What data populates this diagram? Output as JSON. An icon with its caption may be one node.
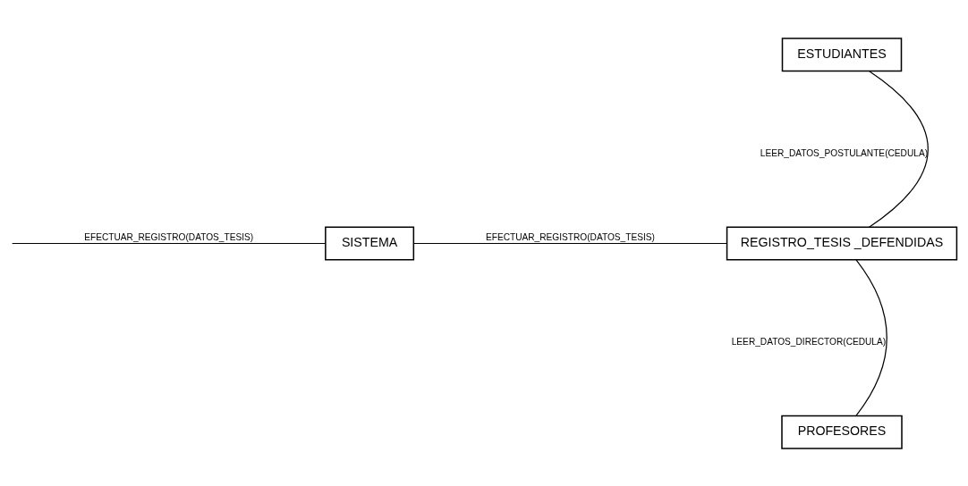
{
  "diagram": {
    "nodes": [
      {
        "text": [
          "PROFESORES"
        ]
      },
      {
        "text": [
          "SISTEMA"
        ]
      },
      {
        "text": [
          "REGISTRO_TESIS _DEFENDIDAS"
        ]
      },
      {
        "text": [
          "ESTUDIANTES"
        ]
      }
    ],
    "edges": [
      {
        "from": null,
        "to": 1,
        "arrow": "none",
        "label": "EFECTUAR_REGISTRO(DATOS_TESIS)"
      },
      {
        "from": 1,
        "to": 2,
        "arrow": "none",
        "label": "EFECTUAR_REGISTRO(DATOS_TESIS)"
      },
      {
        "from": 2,
        "to": 0,
        "arrow": "none",
        "label": "LEER_DATOS_DIRECTOR(CEDULA)"
      },
      {
        "from": 2,
        "to": 3,
        "arrow": "none",
        "label": "LEER_DATOS_POSTULANTE(CEDULA)"
      }
    ]
  }
}
